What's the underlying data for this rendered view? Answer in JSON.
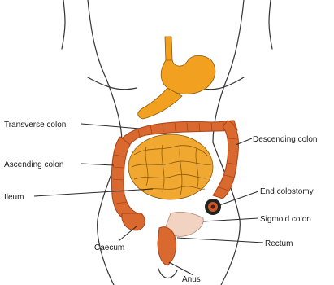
{
  "labels": {
    "transverse_colon": "Transverse colon",
    "ascending_colon": "Ascending colon",
    "ileum": "Ileum",
    "caecum": "Caecum",
    "descending_colon": "Descending colon",
    "end_colostomy": "End colostomy",
    "sigmoid_colon": "Sigmoid colon",
    "rectum": "Rectum",
    "anus": "Anus"
  },
  "colors": {
    "stomach": "#f2a020",
    "small_intestine": "#f0a830",
    "colon": "#d9692e",
    "colon_dark": "#a8441a",
    "defunctioned_bowel": "#f2d2c0",
    "outline": "#333333"
  }
}
